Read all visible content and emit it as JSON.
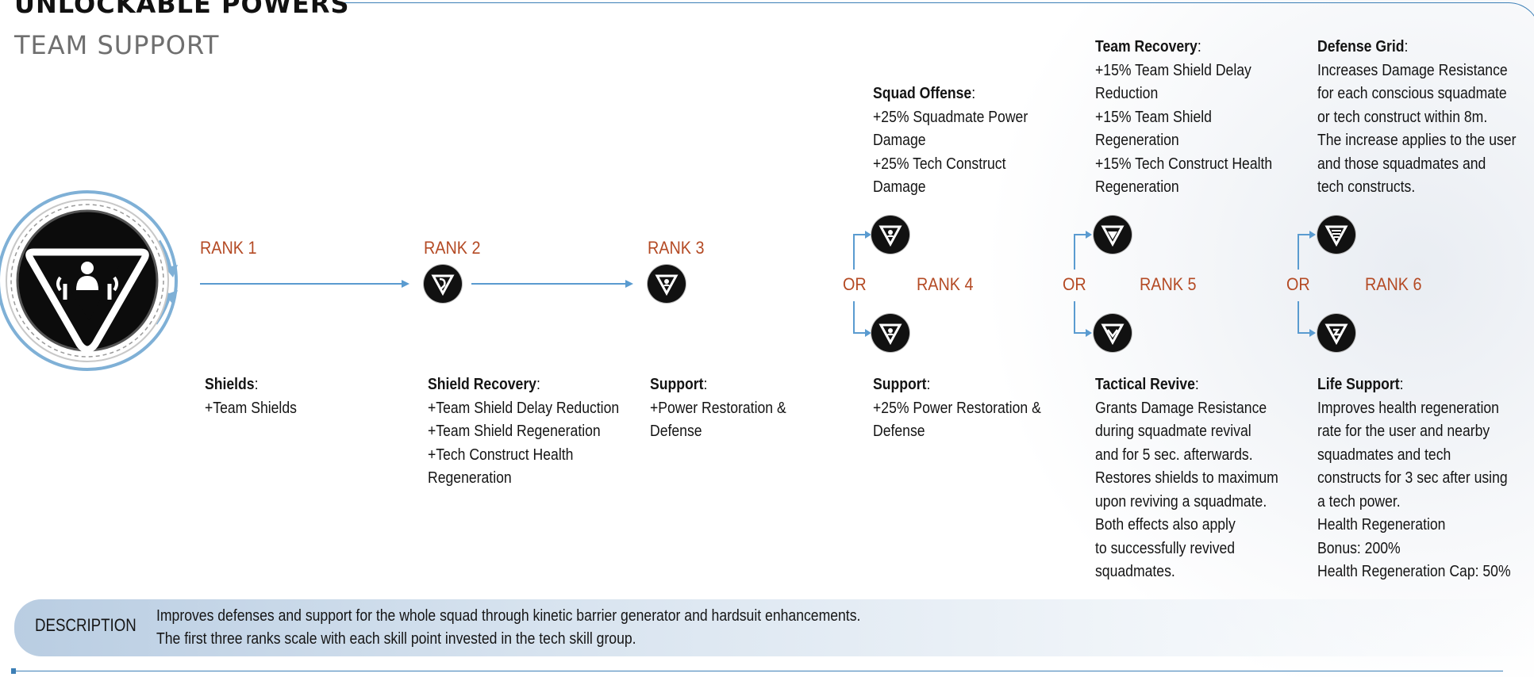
{
  "header": {
    "title": "UNLOCKABLE POWERS",
    "subtitle": "TEAM SUPPORT"
  },
  "main_icon": {
    "icon": "team-support-icon"
  },
  "ranks": {
    "r1": {
      "label": "RANK 1",
      "title": "Shields",
      "lines": [
        "+Team Shields"
      ]
    },
    "r2": {
      "label": "RANK 2",
      "title": "Shield Recovery",
      "lines": [
        "+Team Shield Delay Reduction",
        "+Team Shield Regeneration",
        "+Tech Construct Health",
        "Regeneration"
      ]
    },
    "r3": {
      "label": "RANK 3",
      "title": "Support",
      "lines": [
        "+Power Restoration &",
        "Defense"
      ]
    },
    "r4": {
      "label": "RANK 4",
      "top": {
        "title": "Squad Offense",
        "lines": [
          "+25% Squadmate Power",
          "Damage",
          "+25% Tech Construct",
          "Damage"
        ]
      },
      "bottom": {
        "title": "Support",
        "lines": [
          "+25% Power Restoration &",
          "Defense"
        ]
      }
    },
    "r5": {
      "label": "RANK 5",
      "top": {
        "title": "Team Recovery",
        "lines": [
          "+15% Team Shield Delay",
          "Reduction",
          "+15% Team Shield",
          "Regeneration",
          "+15% Tech Construct Health",
          "Regeneration"
        ]
      },
      "bottom": {
        "title": "Tactical Revive",
        "lines": [
          "Grants Damage Resistance",
          "during squadmate revival",
          "and for 5 sec. afterwards.",
          "Restores shields to maximum",
          "upon reviving a squadmate.",
          "Both effects also apply",
          "to successfully revived",
          "squadmates."
        ]
      }
    },
    "r6": {
      "label": "RANK 6",
      "top": {
        "title": "Defense Grid",
        "lines": [
          "Increases Damage Resistance",
          "for each conscious squadmate",
          "or tech construct within 8m.",
          "The increase applies to the user",
          "and those squadmates and",
          "tech constructs."
        ]
      },
      "bottom": {
        "title": "Life Support",
        "lines": [
          "Improves health regeneration",
          "rate for the user and nearby",
          "squadmates and tech",
          "constructs for 3 sec after using",
          "a tech power.",
          "Health Regeneration",
          "Bonus: 200%",
          "Health Regeneration Cap: 50%"
        ]
      }
    }
  },
  "or_label": "OR",
  "description": {
    "label": "DESCRIPTION",
    "line1": "Improves defenses and support for the whole squad through kinetic barrier generator and hardsuit enhancements.",
    "line2": "The first three ranks scale with each skill point invested in the tech skill group."
  },
  "colors": {
    "rank": "#b44a24",
    "line": "#3c7fb6",
    "icon_bg": "#111111"
  }
}
